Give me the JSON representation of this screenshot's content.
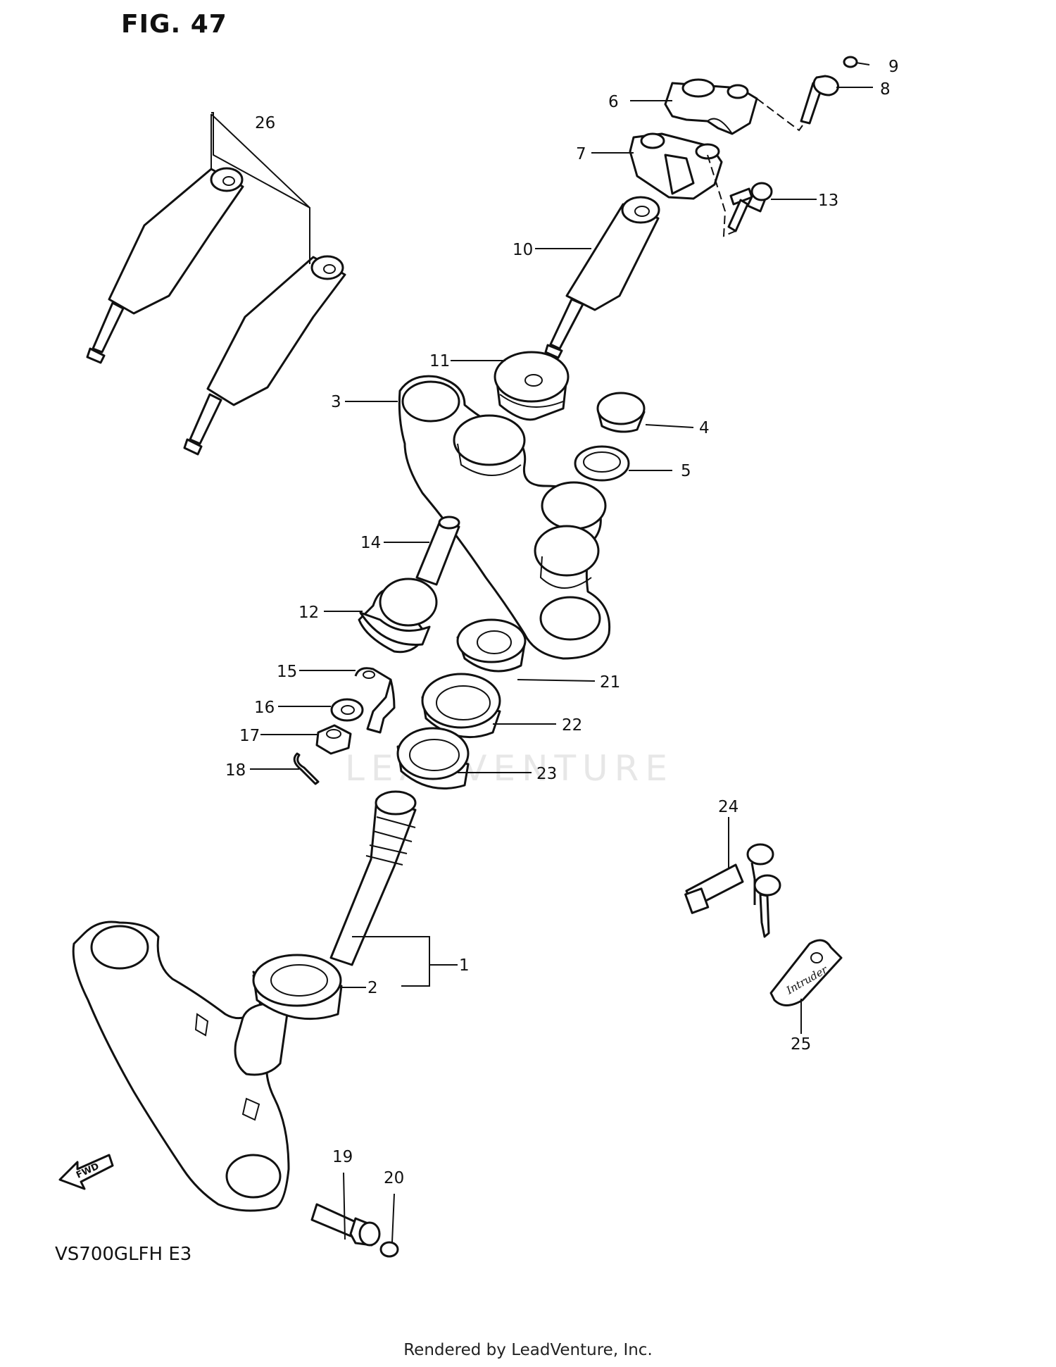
{
  "title": "FIG. 47",
  "model": "VS700GLFH  E3",
  "footer": "Rendered by LeadVenture, Inc.",
  "watermark": "LEADVENTURE",
  "fwd_arrow_label": "FWD",
  "key_tag_text": "Intruder",
  "callouts": {
    "c1": "1",
    "c2": "2",
    "c3": "3",
    "c4": "4",
    "c5": "5",
    "c6": "6",
    "c7": "7",
    "c8": "8",
    "c9": "9",
    "c10": "10",
    "c11": "11",
    "c12": "12",
    "c13": "13",
    "c14": "14",
    "c15": "15",
    "c16": "16",
    "c17": "17",
    "c18": "18",
    "c19": "19",
    "c20": "20",
    "c21": "21",
    "c22": "22",
    "c23": "23",
    "c24": "24",
    "c25": "25",
    "c26": "26"
  }
}
